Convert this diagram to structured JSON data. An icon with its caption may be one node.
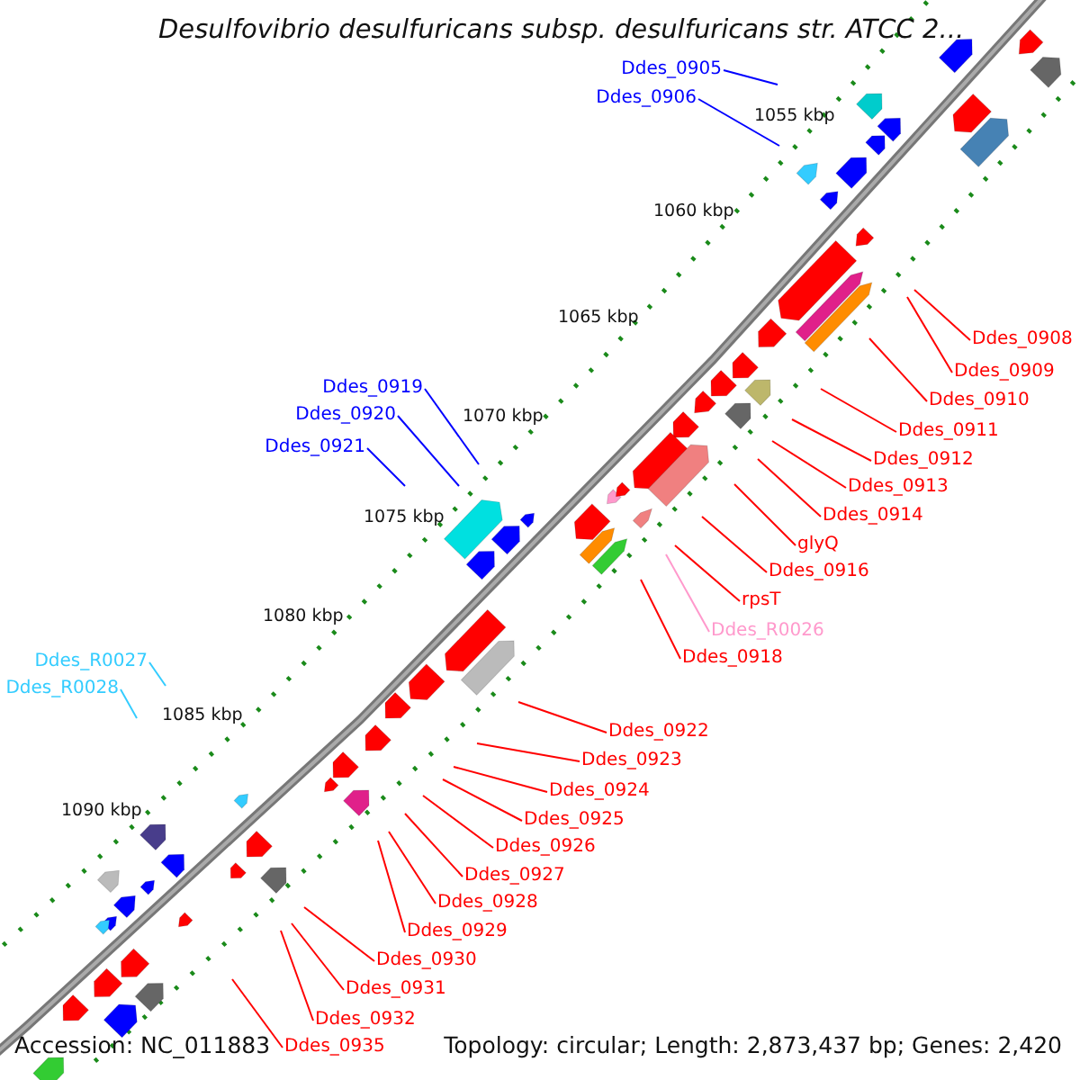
{
  "diagram": {
    "title": "Desulfovibrio desulfuricans subsp. desulfuricans str. ATCC 2...",
    "nodes": [
      {
        "text": [
          "Ddes_0905"
        ]
      },
      {
        "text": [
          "Ddes_0906"
        ]
      },
      {
        "text": [
          "Ddes_0908"
        ]
      },
      {
        "text": [
          "Ddes_0909"
        ]
      },
      {
        "text": [
          "Ddes_0910"
        ]
      },
      {
        "text": [
          "Ddes_0911"
        ]
      },
      {
        "text": [
          "Ddes_0912"
        ]
      },
      {
        "text": [
          "Ddes_0913"
        ]
      },
      {
        "text": [
          "Ddes_0914"
        ]
      },
      {
        "text": [
          "glyQ"
        ]
      },
      {
        "text": [
          "Ddes_0916"
        ]
      },
      {
        "text": [
          "rpsT"
        ]
      },
      {
        "text": [
          "Ddes_R0026"
        ]
      },
      {
        "text": [
          "Ddes_0918"
        ]
      },
      {
        "text": [
          "Ddes_0919"
        ]
      },
      {
        "text": [
          "Ddes_0920"
        ]
      },
      {
        "text": [
          "Ddes_0921"
        ]
      },
      {
        "text": [
          "Ddes_R0027"
        ]
      },
      {
        "text": [
          "Ddes_R0028"
        ]
      },
      {
        "text": [
          "Ddes_0922"
        ]
      },
      {
        "text": [
          "Ddes_0923"
        ]
      },
      {
        "text": [
          "Ddes_0924"
        ]
      },
      {
        "text": [
          "Ddes_0925"
        ]
      },
      {
        "text": [
          "Ddes_0926"
        ]
      },
      {
        "text": [
          "Ddes_0927"
        ]
      },
      {
        "text": [
          "Ddes_0928"
        ]
      },
      {
        "text": [
          "Ddes_0929"
        ]
      },
      {
        "text": [
          "Ddes_0930"
        ]
      },
      {
        "text": [
          "Ddes_0931"
        ]
      },
      {
        "text": [
          "Ddes_0932"
        ]
      },
      {
        "text": [
          "Ddes_0935"
        ]
      }
    ],
    "edges": [
      {
        "from": 0,
        "to": null,
        "arrow": "none",
        "color": "#0000ff"
      },
      {
        "from": 1,
        "to": null,
        "arrow": "none",
        "color": "#0000ff"
      },
      {
        "from": 2,
        "to": null,
        "arrow": "none"
      },
      {
        "from": 3,
        "to": null,
        "arrow": "none"
      },
      {
        "from": 4,
        "to": null,
        "arrow": "none"
      },
      {
        "from": 5,
        "to": null,
        "arrow": "none"
      },
      {
        "from": 6,
        "to": null,
        "arrow": "none"
      },
      {
        "from": 7,
        "to": null,
        "arrow": "none"
      },
      {
        "from": 8,
        "to": null,
        "arrow": "none"
      },
      {
        "from": 9,
        "to": null,
        "arrow": "none"
      },
      {
        "from": 10,
        "to": null,
        "arrow": "none"
      },
      {
        "from": 11,
        "to": null,
        "arrow": "none"
      },
      {
        "from": 12,
        "to": null,
        "arrow": "none",
        "color": "#ff99cc"
      },
      {
        "from": 13,
        "to": null,
        "arrow": "none"
      },
      {
        "from": 14,
        "to": null,
        "arrow": "none",
        "color": "#0000ff"
      },
      {
        "from": 15,
        "to": null,
        "arrow": "none",
        "color": "#0000ff"
      },
      {
        "from": 16,
        "to": null,
        "arrow": "none",
        "color": "#0000ff"
      },
      {
        "from": 17,
        "to": null,
        "arrow": "none",
        "color": "#33ccff"
      },
      {
        "from": 18,
        "to": null,
        "arrow": "none",
        "color": "#33ccff"
      },
      {
        "from": 19,
        "to": null,
        "arrow": "none"
      },
      {
        "from": 20,
        "to": null,
        "arrow": "none"
      },
      {
        "from": 21,
        "to": null,
        "arrow": "none"
      },
      {
        "from": 22,
        "to": null,
        "arrow": "none"
      },
      {
        "from": 23,
        "to": null,
        "arrow": "none"
      },
      {
        "from": 24,
        "to": null,
        "arrow": "none"
      },
      {
        "from": 25,
        "to": null,
        "arrow": "none"
      },
      {
        "from": 26,
        "to": null,
        "arrow": "none"
      },
      {
        "from": 27,
        "to": null,
        "arrow": "none"
      },
      {
        "from": 28,
        "to": null,
        "arrow": "none"
      },
      {
        "from": 29,
        "to": null,
        "arrow": "none"
      },
      {
        "from": 30,
        "to": null,
        "arrow": "none"
      }
    ],
    "labels": [
      "1055 kbp",
      "1060 kbp",
      "1065 kbp",
      "1070 kbp",
      "1075 kbp",
      "1080 kbp",
      "1085 kbp",
      "1090 kbp",
      "Accession: NC_011883",
      "Topology: circular; Length: 2,873,437 bp; Genes: 2,420"
    ]
  }
}
